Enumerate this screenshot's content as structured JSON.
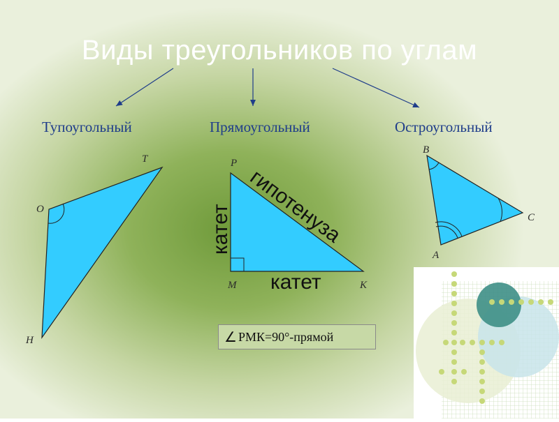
{
  "title": "Виды треугольников по углам",
  "categories": {
    "obtuse": "Тупоугольный",
    "right": "Прямоугольный",
    "acute": "Остроугольный"
  },
  "obtuse_triangle": {
    "v1": "Т",
    "v2": "О",
    "v3": "Н"
  },
  "right_triangle": {
    "v1": "Р",
    "v2": "М",
    "v3": "К",
    "hypotenuse": "гипотенуза",
    "leg_vertical": "катет",
    "leg_horizontal": "катет"
  },
  "acute_triangle": {
    "v1": "В",
    "v2": "С",
    "v3": "А"
  },
  "angle_note": {
    "symbol": "∠",
    "text": "РМК=90°-прямой"
  },
  "colors": {
    "triangle_fill": "#33ccff",
    "category_text": "#1f3d8a",
    "title": "#ffffff"
  }
}
